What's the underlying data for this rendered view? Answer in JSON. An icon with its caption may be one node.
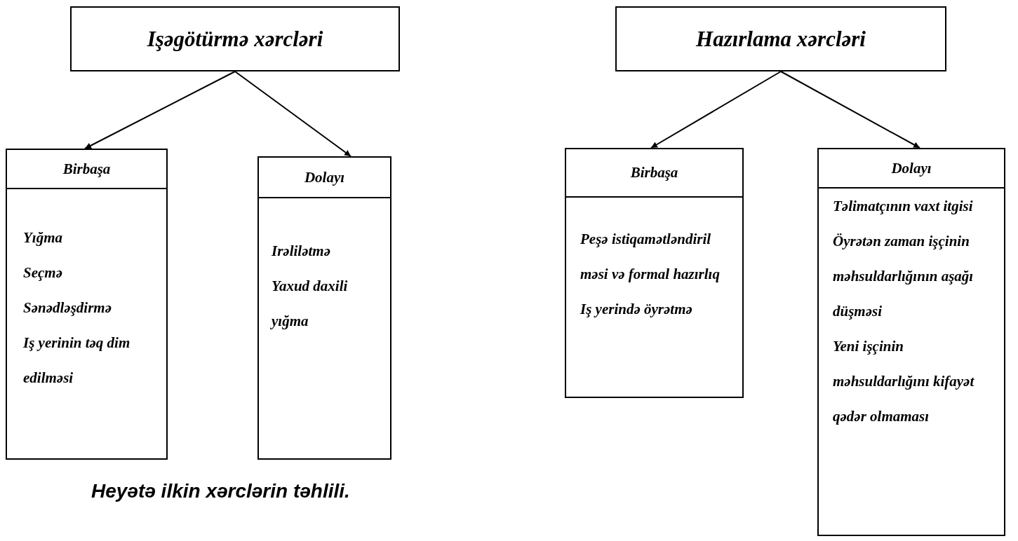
{
  "diagram": {
    "caption": "Heyətə ilkin xərclərin təhlili.",
    "nodes": [
      {
        "text": [
          "Işəgötürmə xərcləri"
        ]
      },
      {
        "text": [
          "Birbaşa",
          "Yığma",
          "Seçmə",
          "Sənədləşdirmə",
          "Iş yerinin təq dim edilməsi"
        ]
      },
      {
        "text": [
          "Dolayı",
          "Irəlilətmə",
          "Yaxud daxili yığma"
        ]
      },
      {
        "text": [
          "Hazırlama xərcləri"
        ]
      },
      {
        "text": [
          "Birbaşa",
          "Peşə istiqamətləndiril məsi və formal hazırlıq",
          "Iş yerində öyrətmə"
        ]
      },
      {
        "text": [
          "Dolayı",
          "Təlimatçının vaxt itgisi",
          "Öyrətən zaman işçinin məhsuldarlığının aşağı düşməsi",
          "Yeni işçinin məhsuldarlığını kifayət qədər olmaması"
        ]
      }
    ],
    "edges": [
      {
        "from": 0,
        "to": 1,
        "arrow": "to"
      },
      {
        "from": 0,
        "to": 2,
        "arrow": "to"
      },
      {
        "from": 3,
        "to": 4,
        "arrow": "to"
      },
      {
        "from": 3,
        "to": 5,
        "arrow": "to"
      }
    ]
  }
}
